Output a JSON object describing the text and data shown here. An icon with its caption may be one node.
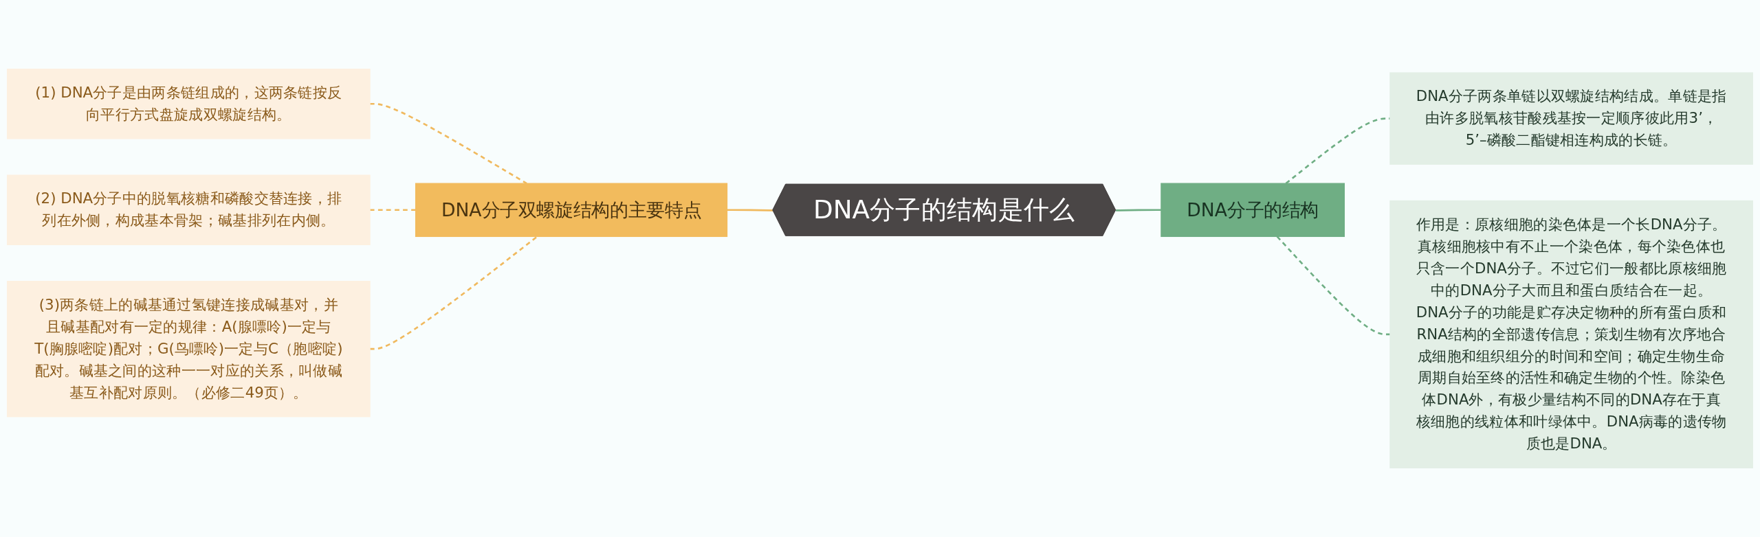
{
  "diagram": {
    "nodes": [
      {
        "text": [
          "DNA分子的结构是什么"
        ]
      },
      {
        "text": [
          "DNA分子双螺旋结构的主要特点"
        ]
      },
      {
        "text": [
          "(1) DNA分子是由两条链组成的，这两条链按反向平行方式盘旋成双螺旋结构。"
        ]
      },
      {
        "text": [
          "(2) DNA分子中的脱氧核糖和磷酸交替连接，排列在外侧，构成基本骨架；碱基排列在内侧。"
        ]
      },
      {
        "text": [
          "(3)两条链上的碱基通过氢键连接成碱基对，并且碱基配对有一定的规律：A(腺嘌呤)一定与T(胸腺嘧啶)配对；G(鸟嘌呤)一定与C（胞嘧啶)配对。碱基之间的这种一一对应的关系，叫做碱基互补配对原则。（必修二49页）。"
        ]
      },
      {
        "text": [
          "DNA分子的结构"
        ]
      },
      {
        "text": [
          "DNA分子两条单链以双螺旋结构结成。单链是指由许多脱氧核苷酸残基按一定顺序彼此用3’，5’–磷酸二酯键相连构成的长链。"
        ]
      },
      {
        "text": [
          "作用是：原核细胞的染色体是一个长DNA分子。真核细胞核中有不止一个染色体，每个染色体也只含一个DNA分子。不过它们一般都比原核细胞中的DNA分子大而且和蛋白质结合在一起。DNA分子的功能是贮存决定物种的所有蛋白质和RNA结构的全部遗传信息；策划生物有次序地合成细胞和组织组分的时间和空间；确定生物生命周期自始至终的活性和确定生物的个性。除染色体DNA外，有极少量结构不同的DNA存在于真核细胞的线粒体和叶绿体中。DNA病毒的遗传物质也是DNA。"
        ]
      }
    ],
    "edges": [
      {
        "from": 2,
        "to": 1,
        "arrow": "none",
        "style": "dashed"
      },
      {
        "from": 3,
        "to": 1,
        "arrow": "none",
        "style": "dashed"
      },
      {
        "from": 4,
        "to": 1,
        "arrow": "none",
        "style": "dashed"
      },
      {
        "from": 1,
        "to": 0,
        "arrow": "none"
      },
      {
        "from": 0,
        "to": 5,
        "arrow": "none",
        "color": "#6fae84"
      },
      {
        "from": 5,
        "to": 6,
        "arrow": "none",
        "style": "dashed",
        "color": "#6fae84"
      },
      {
        "from": 5,
        "to": 7,
        "arrow": "none",
        "style": "dashed",
        "color": "#6fae84"
      }
    ]
  }
}
